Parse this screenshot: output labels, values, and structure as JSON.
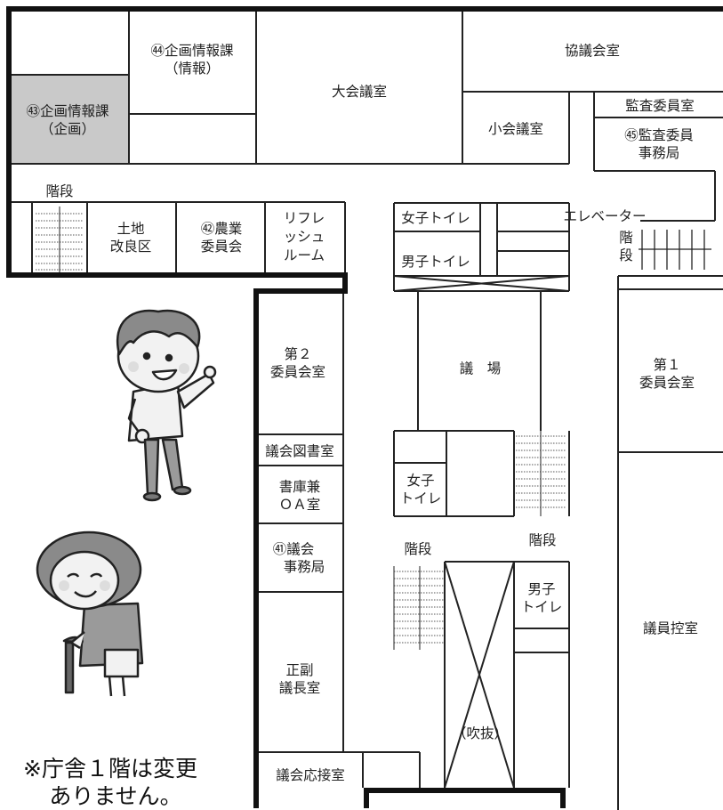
{
  "rooms": {
    "r44": [
      "㊹企画情報課",
      "（情報）"
    ],
    "r43": [
      "㊸企画情報課",
      "（企画）"
    ],
    "main_hall": "大会議室",
    "council_room": "協議会室",
    "small_hall": "小会議室",
    "audit_committee": "監査委員室",
    "r45": [
      "㊺監査委員",
      "事務局"
    ],
    "stairs_label": "階段",
    "land": [
      "土地",
      "改良区"
    ],
    "r42": [
      "㊷農業",
      "委員会"
    ],
    "refresh": [
      "リフレ",
      "ッシュ",
      "ルーム"
    ],
    "women_wc_small": "女子トイレ",
    "men_wc_small": "男子トイレ",
    "elevator": "エレベーター",
    "stairs_vertical": [
      "階",
      "段"
    ],
    "committee2": [
      "第２",
      "委員会室"
    ],
    "assembly_hall": "議　場",
    "committee1": [
      "第１",
      "委員会室"
    ],
    "library": "議会図書室",
    "oa_room": [
      "書庫兼",
      "ＯＡ室"
    ],
    "women_wc": [
      "女子",
      "トイレ"
    ],
    "stairs_a": "階段",
    "stairs_b": "階段",
    "r41": [
      "㊶議会",
      "事務局"
    ],
    "men_wc": [
      "男子",
      "トイレ"
    ],
    "members_room": "議員控室",
    "speaker_room": [
      "正副",
      "議長室"
    ],
    "atrium": "（吹抜）",
    "reception": "議会応接室"
  },
  "note": [
    "※庁舎１階は変更",
    "ありません。"
  ],
  "colors": {
    "highlight": "#c9c9c9",
    "line": "#222222",
    "skin": "#f0f0f0",
    "hair": "#7a7a7a",
    "cheek": "#e0e0e0"
  }
}
